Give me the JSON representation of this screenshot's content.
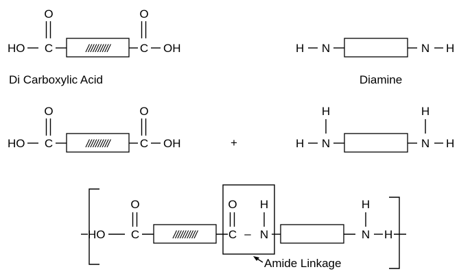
{
  "diagram": {
    "atoms": {
      "ho": "HO",
      "c": "C",
      "o": "O",
      "oh": "OH",
      "h": "H",
      "n": "N",
      "dash": "–"
    },
    "hatch_text": "//////////",
    "plus": "+",
    "labels": {
      "dicarboxylic_acid": "Di Carboxylic Acid",
      "diamine": "Diamine",
      "amide_linkage": "Amide Linkage"
    }
  }
}
